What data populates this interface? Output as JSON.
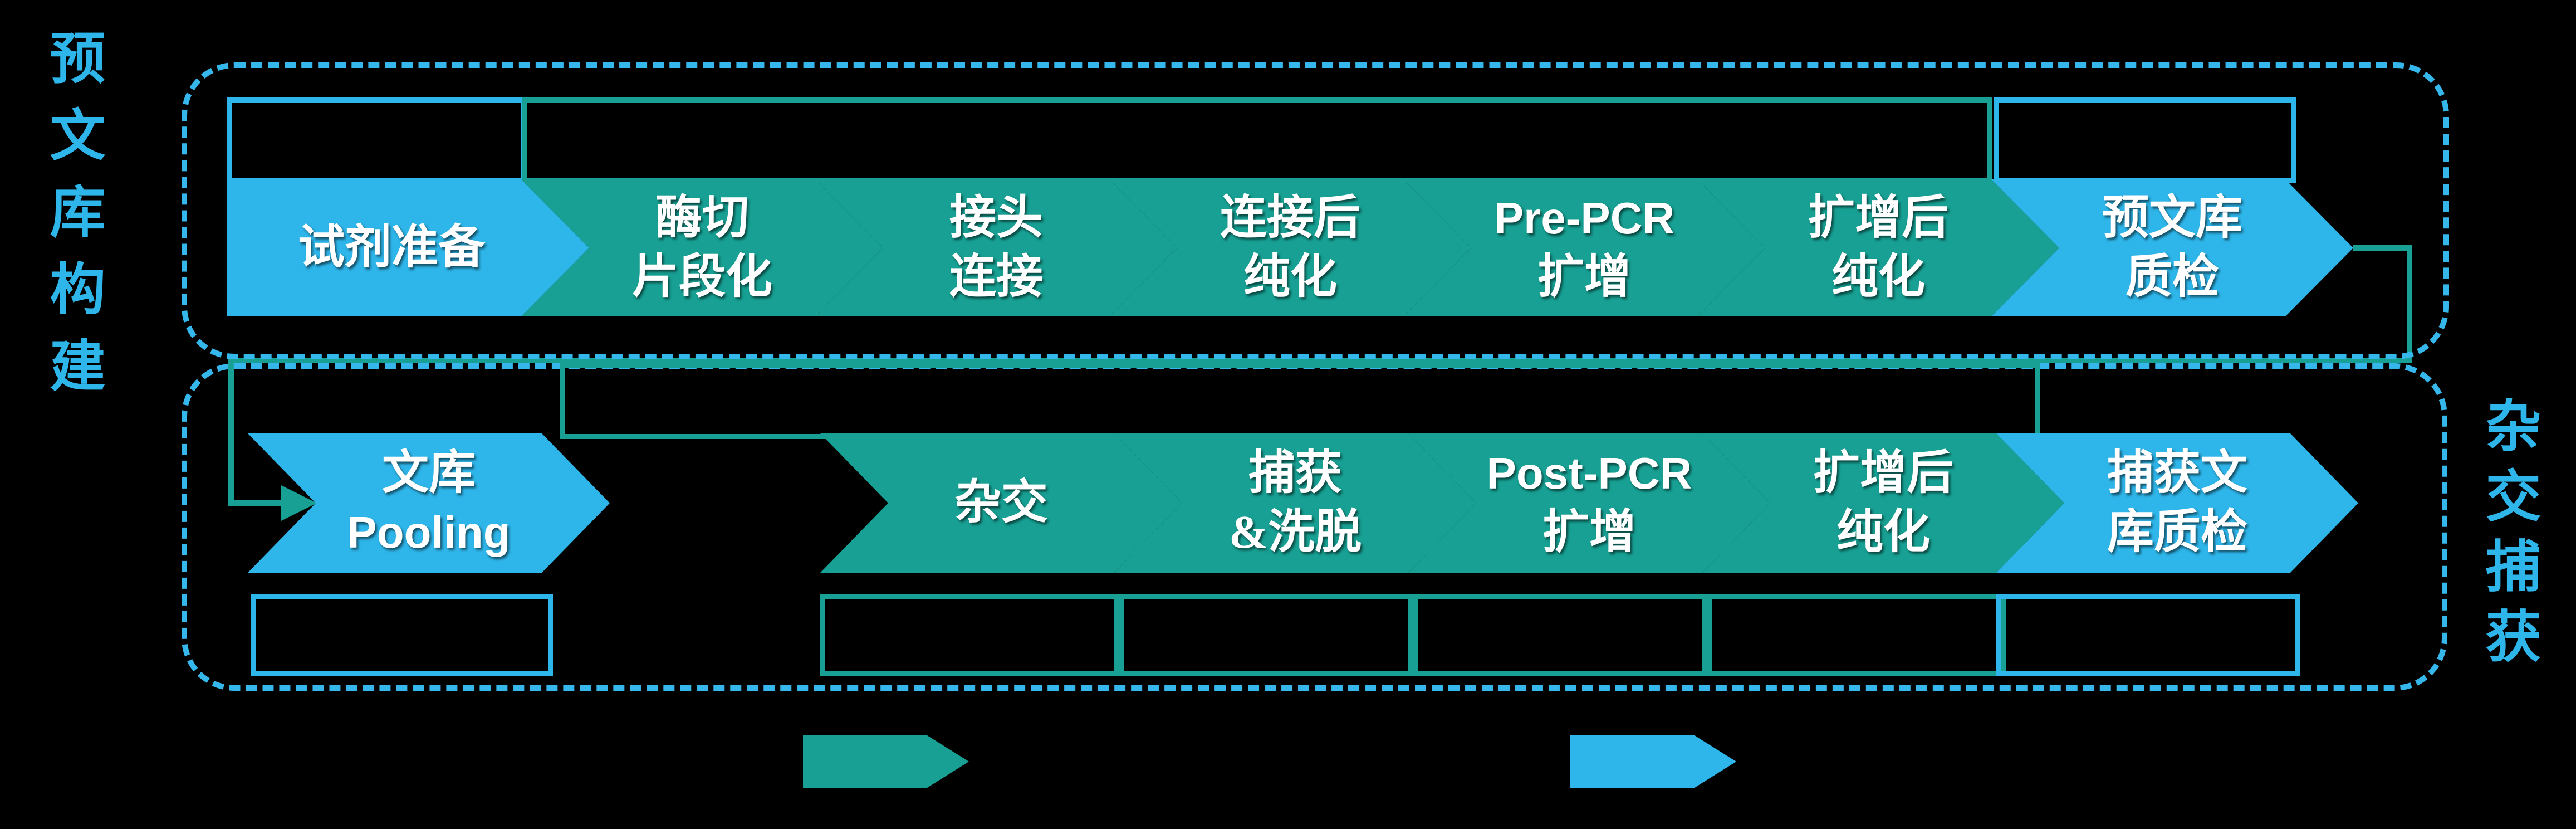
{
  "titles": {
    "left_vertical": "预文库构建",
    "right_vertical": "杂交捕获"
  },
  "colors": {
    "background": "#000000",
    "blue": "#2EB5E9",
    "teal": "#17A093",
    "dashed_border_blue": "#35B7EB",
    "label_text": "#FFFFFF"
  },
  "row1": {
    "section_name": "预文库构建",
    "steps": [
      {
        "line1": "试剂准备",
        "type": "blue"
      },
      {
        "line1": "酶切",
        "line2": "片段化",
        "type": "teal"
      },
      {
        "line1": "接头",
        "line2": "连接",
        "type": "teal"
      },
      {
        "line1": "连接后",
        "line2": "纯化",
        "type": "teal"
      },
      {
        "line1": "Pre-PCR",
        "line2": "扩增",
        "type": "teal"
      },
      {
        "line1": "扩增后",
        "line2": "纯化",
        "type": "teal"
      },
      {
        "line1": "预文库",
        "line2": "质检",
        "type": "blue"
      }
    ]
  },
  "row2": {
    "section_name": "杂交捕获",
    "steps": [
      {
        "line1": "文库",
        "line2": "Pooling",
        "type": "blue"
      },
      {
        "line1": "杂交",
        "type": "teal"
      },
      {
        "line1": "捕获",
        "line2": "&洗脱",
        "type": "teal"
      },
      {
        "line1": "Post-PCR",
        "line2": "扩增",
        "type": "teal"
      },
      {
        "line1": "扩增后",
        "line2": "纯化",
        "type": "teal"
      },
      {
        "line1": "捕获文",
        "line2": "库质检",
        "type": "blue"
      }
    ]
  },
  "legend": {
    "items": [
      {
        "name": "teal-step-arrow",
        "color": "#17A093"
      },
      {
        "name": "blue-step-arrow",
        "color": "#2EB5E9"
      }
    ]
  }
}
